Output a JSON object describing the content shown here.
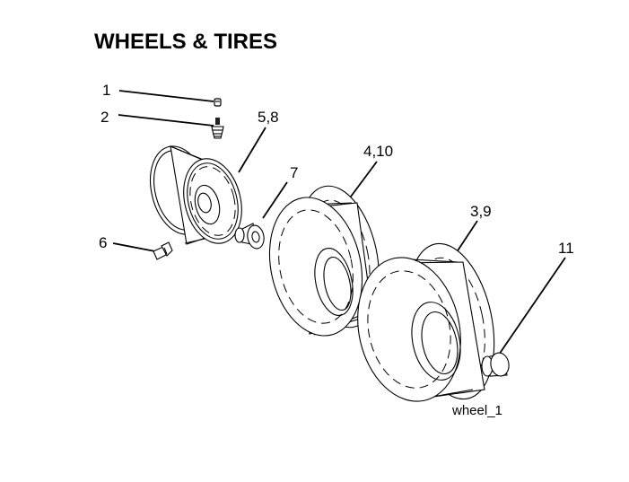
{
  "title": "WHEELS & TIRES",
  "caption": "wheel_1",
  "callouts": {
    "c1": "1",
    "c2": "2",
    "c58": "5,8",
    "c410": "4,10",
    "c7": "7",
    "c39": "3,9",
    "c6": "6",
    "c11": "11"
  }
}
